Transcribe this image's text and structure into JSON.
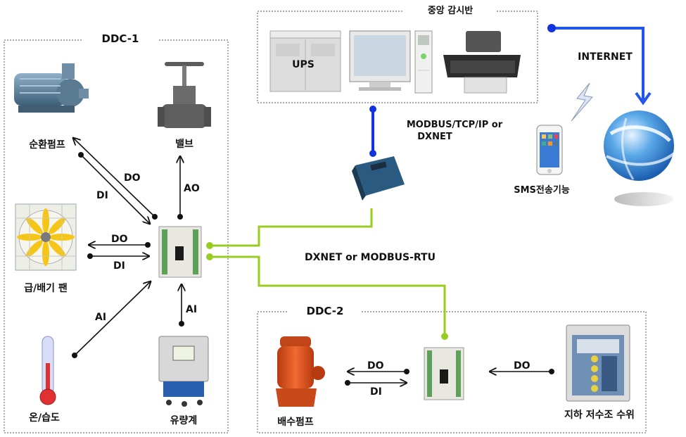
{
  "groups": {
    "ddc1": "DDC-1",
    "ddc2": "DDC-2",
    "central": "중앙 감시반"
  },
  "devices": {
    "pump": "순환펌프",
    "valve": "밸브",
    "fan": "급/배기 팬",
    "temp": "온/습도",
    "flow": "유량계",
    "drain": "배수펌프",
    "level": "지하 저수조 수위",
    "ups": "UPS",
    "sms": "SMS전송기능"
  },
  "signals": {
    "pump_do": "DO",
    "pump_di": "DI",
    "valve_ao": "AO",
    "fan_do": "DO",
    "fan_di": "DI",
    "temp_ai": "AI",
    "flow_ai": "AI",
    "drain_do": "DO",
    "drain_di": "DI",
    "level_do": "DO"
  },
  "network": {
    "modbus_tcp_line1": "MODBUS/TCP/IP or",
    "modbus_tcp_line2": "DXNET",
    "dxnet_rtu": "DXNET or MODBUS-RTU",
    "internet": "INTERNET"
  },
  "colors": {
    "green_line": "#99cc22",
    "blue_line": "#2255ee",
    "dark_blue": "#1133dd"
  }
}
